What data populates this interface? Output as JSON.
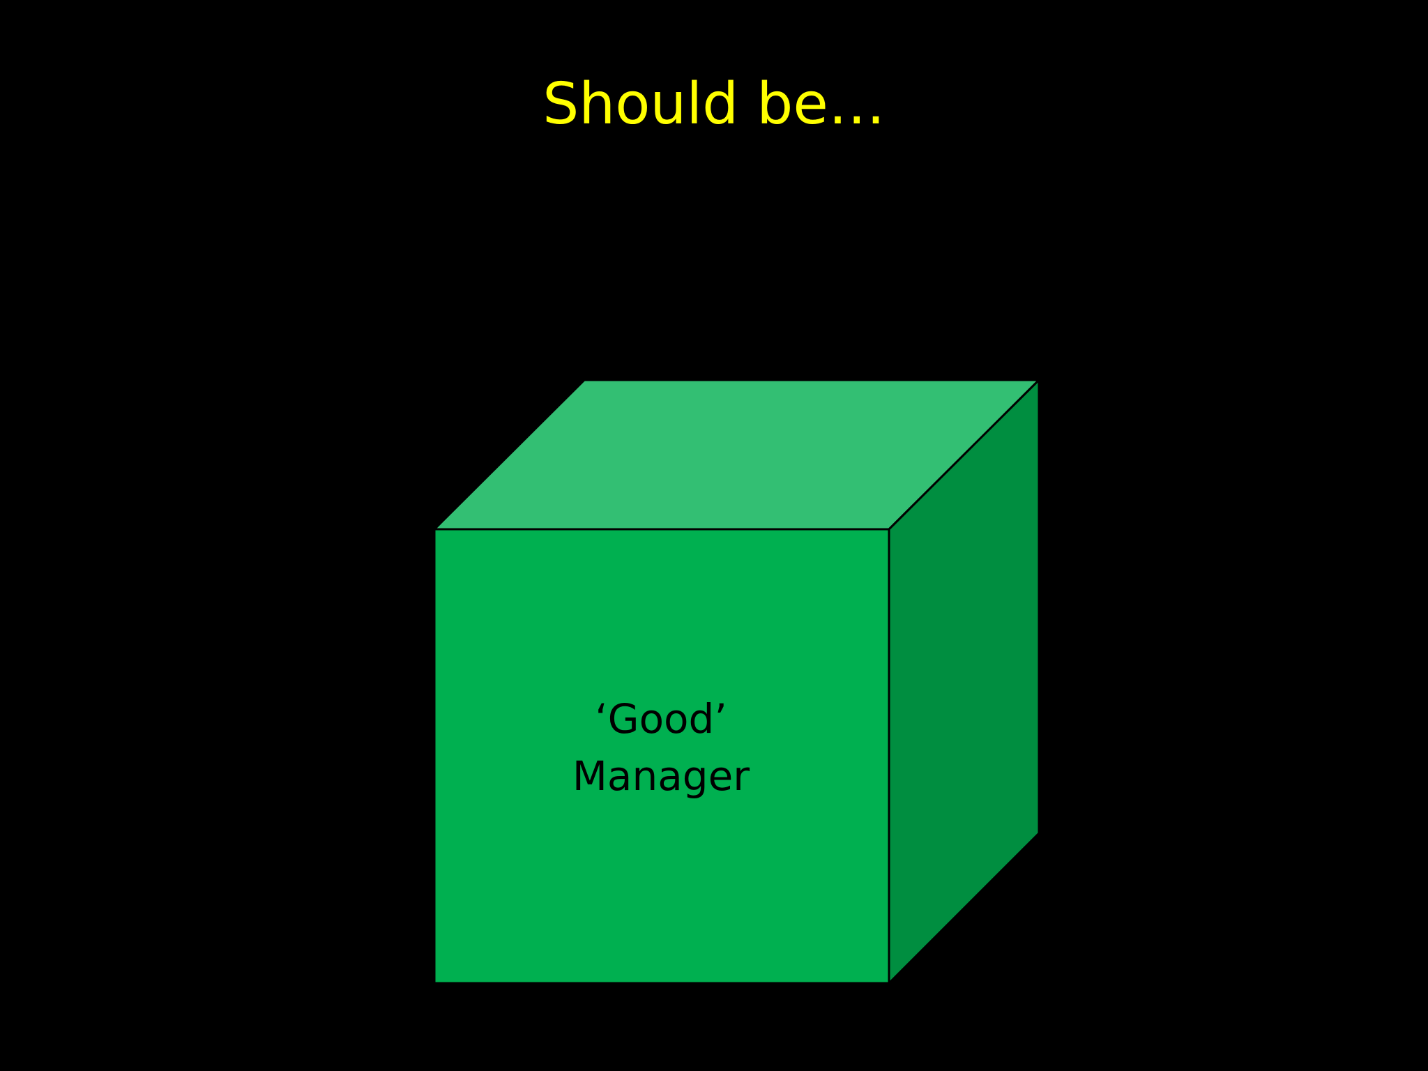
{
  "slide": {
    "title": "Should be…",
    "title_color": "#ffff00",
    "background": "#000000"
  },
  "cube": {
    "label_line1": "‘Good’",
    "label_line2": "Manager",
    "colors": {
      "front": "#00b050",
      "top": "#33bf73",
      "side": "#008e40",
      "edge": "#000000"
    }
  }
}
